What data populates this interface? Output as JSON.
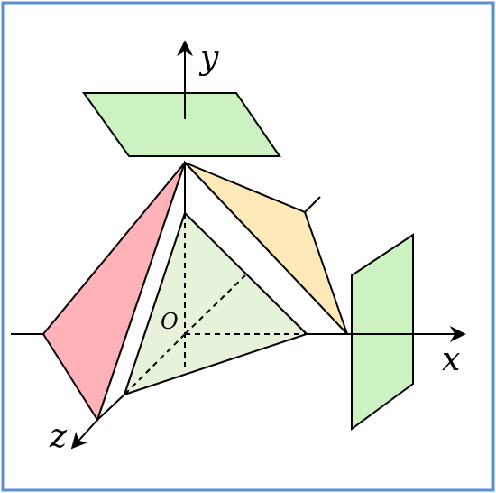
{
  "figure": {
    "axes": {
      "x_label": "x",
      "y_label": "y",
      "z_label": "z",
      "origin_label": "O"
    },
    "colors": {
      "frame": "#5b8fd0",
      "green_plane": "#ccf2c2",
      "pink_face": "#ffb3b8",
      "orange_face": "#ffe9b8",
      "tetra_face": "#e6f3da",
      "stroke": "#000000"
    }
  }
}
